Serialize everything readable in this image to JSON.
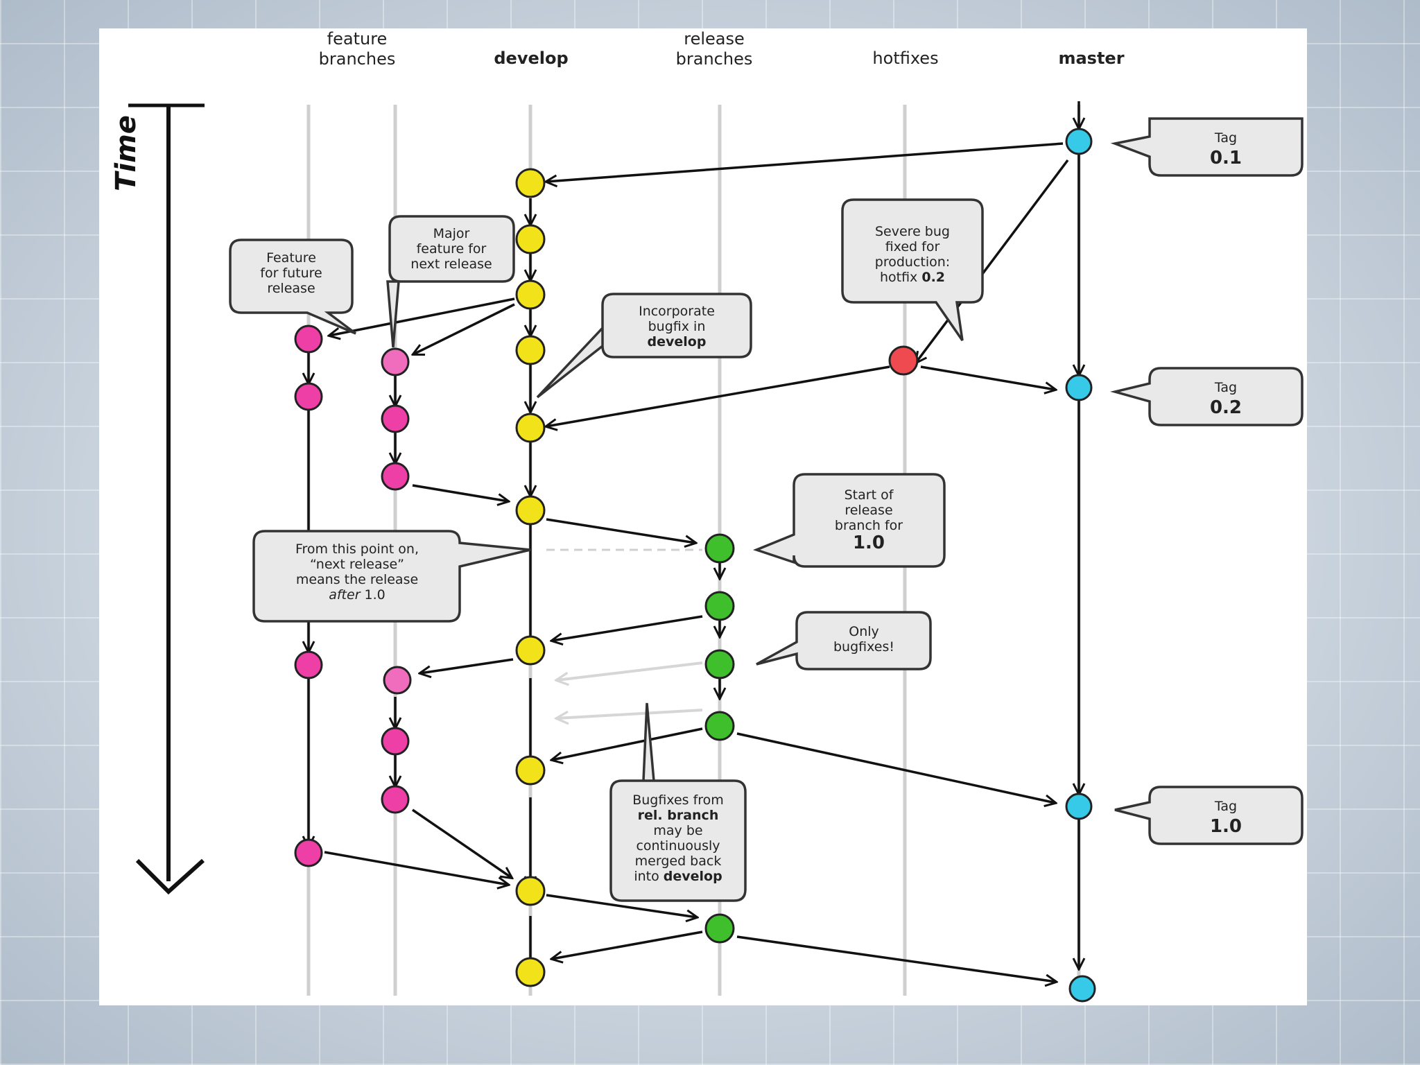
{
  "lanes": {
    "feature_line1": "feature",
    "feature_line2": "branches",
    "develop": "develop",
    "release_line1": "release",
    "release_line2": "branches",
    "hotfixes": "hotfixes",
    "master": "master"
  },
  "time_label": "Time",
  "callouts": {
    "tag01": {
      "line1": "Tag",
      "line2": "0.1"
    },
    "tag02": {
      "line1": "Tag",
      "line2": "0.2"
    },
    "tag10": {
      "line1": "Tag",
      "line2": "1.0"
    },
    "future_feature": [
      "Feature",
      "for future",
      "release"
    ],
    "major_feature": [
      "Major",
      "feature for",
      "next release"
    ],
    "severe_bug": {
      "line1": "Severe bug",
      "line2": "fixed for",
      "line3": "production:",
      "line4_plain": "hotfix ",
      "line4_bold": "0.2"
    },
    "incorporate": {
      "line1": "Incorporate",
      "line2": "bugfix in",
      "line3_bold": "develop"
    },
    "start_release": {
      "line1": "Start of",
      "line2": "release",
      "line3": "branch for",
      "line4_bold": "1.0"
    },
    "from_this_point": {
      "line1": "From this point on,",
      "line2": "“next release”",
      "line3": "means the release",
      "line4_italic": "after",
      "line4_plain": " 1.0"
    },
    "only_bugfixes": [
      "Only",
      "bugfixes!"
    ],
    "bugfixes_from": {
      "line1": "Bugfixes from",
      "line2_bold": "rel. branch",
      "line3": "may be",
      "line4": "continuously",
      "line5": "merged back",
      "line6_plain": "into ",
      "line6_bold": "develop"
    }
  },
  "colors": {
    "feature": "#ee3fa6",
    "feature_light": "#f06cbd",
    "develop": "#f2e21a",
    "release": "#3fbf2c",
    "hotfix": "#ef4a4f",
    "master": "#36c9e8"
  }
}
